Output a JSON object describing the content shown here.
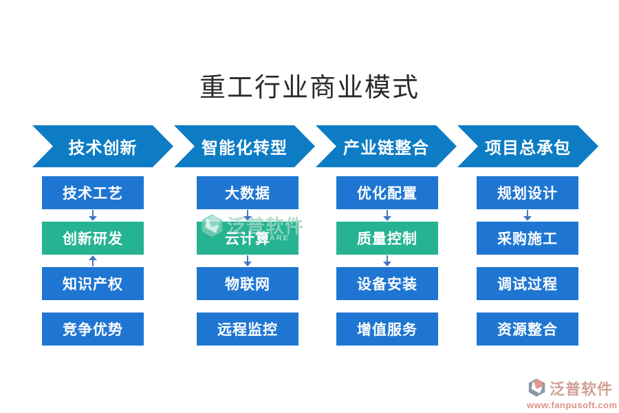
{
  "title": "重工行业商业模式",
  "columns": [
    {
      "header": "技术创新",
      "boxes": [
        {
          "label": "技术工艺",
          "variant": "blue"
        },
        {
          "label": "创新研发",
          "variant": "green"
        },
        {
          "label": "知识产权",
          "variant": "blue"
        },
        {
          "label": "竞争优势",
          "variant": "blue"
        }
      ],
      "arrows": [
        {
          "from": "技术工艺",
          "to": "创新研发",
          "direction": "down"
        },
        {
          "from": "知识产权",
          "to": "创新研发",
          "direction": "up"
        }
      ]
    },
    {
      "header": "智能化转型",
      "boxes": [
        {
          "label": "大数据",
          "variant": "blue"
        },
        {
          "label": "云计算",
          "variant": "green"
        },
        {
          "label": "物联网",
          "variant": "blue"
        },
        {
          "label": "远程监控",
          "variant": "blue"
        }
      ],
      "arrows": [
        {
          "from": "大数据",
          "to": "云计算",
          "direction": "down"
        },
        {
          "from": "云计算",
          "to": "物联网",
          "direction": "down"
        }
      ]
    },
    {
      "header": "产业链整合",
      "boxes": [
        {
          "label": "优化配置",
          "variant": "blue"
        },
        {
          "label": "质量控制",
          "variant": "green"
        },
        {
          "label": "设备安装",
          "variant": "blue"
        },
        {
          "label": "增值服务",
          "variant": "blue"
        }
      ],
      "arrows": [
        {
          "from": "优化配置",
          "to": "质量控制",
          "direction": "down"
        },
        {
          "from": "质量控制",
          "to": "设备安装",
          "direction": "down"
        }
      ]
    },
    {
      "header": "项目总承包",
      "boxes": [
        {
          "label": "规划设计",
          "variant": "blue"
        },
        {
          "label": "采购施工",
          "variant": "blue"
        },
        {
          "label": "调试过程",
          "variant": "blue"
        },
        {
          "label": "资源整合",
          "variant": "blue"
        }
      ],
      "arrows": [
        {
          "from": "规划设计",
          "to": "采购施工",
          "direction": "down"
        }
      ]
    }
  ],
  "watermark": {
    "brand": "泛普软件",
    "partial_text": "WARE"
  },
  "footer": {
    "brand": "泛普软件",
    "website": "www.fanpusoft.com"
  },
  "colors": {
    "chevron_blue": "#0d7cc4",
    "box_blue": "#1f76d2",
    "box_green": "#25b392",
    "arrow_blue": "#4577c2",
    "title_text": "#2a2a2a",
    "watermark_teal": "#9ed6c2",
    "logo_gray": "#8d96a7",
    "logo_salmon": "#dd9184"
  }
}
